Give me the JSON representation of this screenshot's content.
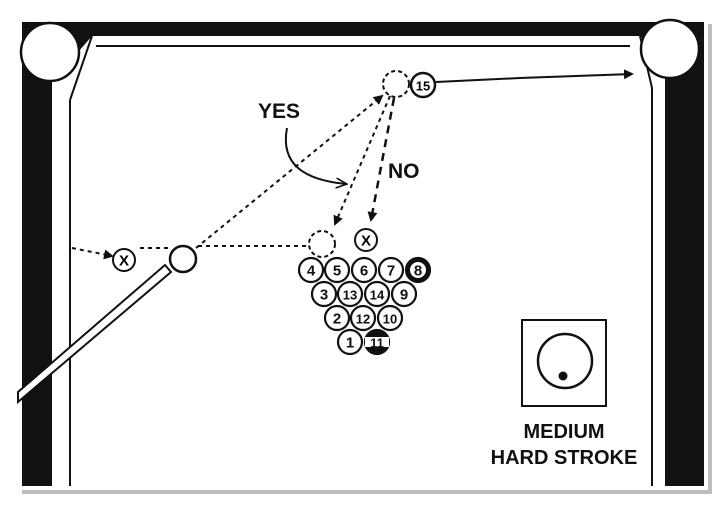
{
  "labels": {
    "yes": "YES",
    "no": "NO",
    "stroke_line1": "MEDIUM",
    "stroke_line2": "HARD STROKE"
  },
  "markers": {
    "x_left": "X",
    "x_rack": "X"
  },
  "balls": {
    "b15": "15",
    "b4": "4",
    "b5": "5",
    "b6": "6",
    "b7": "7",
    "b8": "8",
    "b3": "3",
    "b13": "13",
    "b14": "14",
    "b9": "9",
    "b2": "2",
    "b12": "12",
    "b10": "10",
    "b1": "1",
    "b11": "11"
  },
  "colors": {
    "table_outline": "#111111",
    "cloth": "#ffffff",
    "solid_ball": "#111111"
  }
}
